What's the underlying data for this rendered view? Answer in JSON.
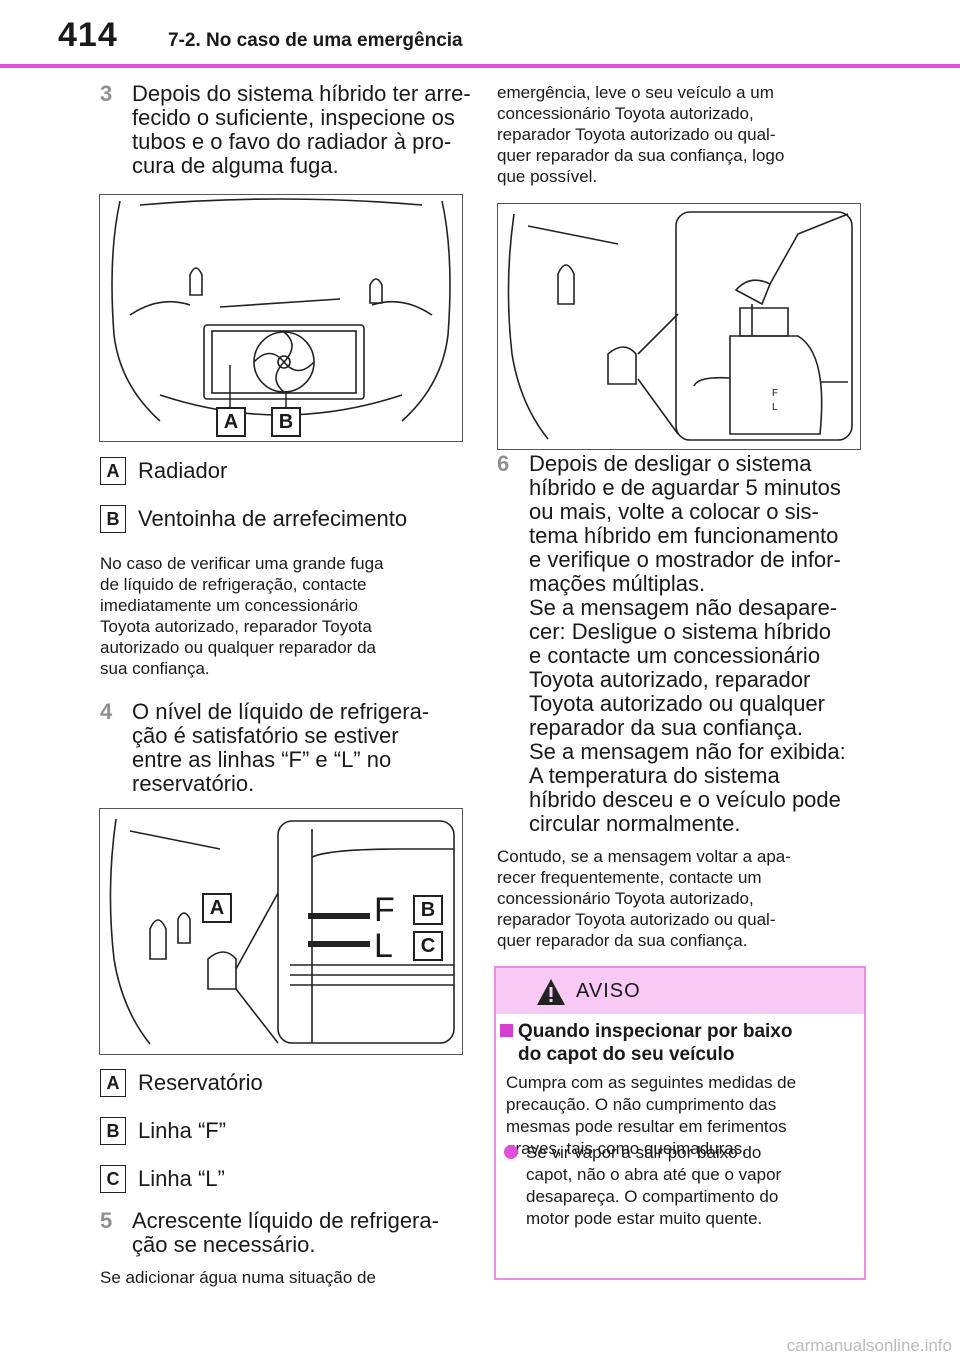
{
  "header": {
    "page_number": "414",
    "section": "7-2. No caso de uma emergência"
  },
  "left": {
    "step3": {
      "num": "3",
      "text": "Depois do sistema híbrido ter arre-\nfecido o suficiente, inspecione os\ntubos e o favo do radiador à pro-\ncura de alguma fuga."
    },
    "fig1": {
      "letters": [
        "A",
        "B"
      ],
      "legend": [
        {
          "key": "A",
          "label": "Radiador"
        },
        {
          "key": "B",
          "label": "Ventoinha de arrefecimento"
        }
      ]
    },
    "note1": "No caso de verificar uma grande fuga\nde líquido de refrigeração, contacte\nimediatamente um concessionário\nToyota autorizado, reparador Toyota\nautorizado ou qualquer reparador da\nsua confiança.",
    "step4": {
      "num": "4",
      "text": "O nível de líquido de refrigera-\nção é satisfatório se estiver\nentre as linhas “F” e “L” no\nreservatório."
    },
    "fig2": {
      "letters": [
        "A",
        "B",
        "C"
      ],
      "level_marks": [
        "F",
        "L"
      ],
      "legend": [
        {
          "key": "A",
          "label": "Reservatório"
        },
        {
          "key": "B",
          "label": "Linha “F”"
        },
        {
          "key": "C",
          "label": "Linha “L”"
        }
      ]
    },
    "step5": {
      "num": "5",
      "text": "Acrescente líquido de refrigera-\nção se necessário."
    },
    "note2": "Se adicionar água numa situação de"
  },
  "right": {
    "note_cont": "emergência, leve o seu veículo a um\nconcessionário Toyota autorizado,\nreparador Toyota autorizado ou qual-\nquer reparador da sua confiança, logo\nque possível.",
    "step6": {
      "num": "6",
      "text": "Depois de desligar o sistema\nhíbrido e de aguardar 5 minutos\nou mais, volte a colocar o sis-\ntema híbrido em funcionamento\ne verifique o mostrador de infor-\nmações múltiplas.\nSe a mensagem não desapare-\ncer: Desligue o sistema híbrido\ne contacte um concessionário\nToyota autorizado, reparador\nToyota autorizado ou qualquer\nreparador da sua confiança.\nSe a mensagem não for exibida:\nA temperatura do sistema\nhíbrido desceu e o veículo pode\ncircular normalmente."
    },
    "note3": "Contudo, se a mensagem voltar a apa-\nrecer frequentemente, contacte um\nconcessionário Toyota autorizado,\nreparador Toyota autorizado ou qual-\nquer reparador da sua confiança.",
    "warning": {
      "title": "AVISO",
      "subtitle": "Quando inspecionar por baixo\ndo capot do seu veículo",
      "text": "Cumpra com as seguintes medidas de\nprecaução. O não cumprimento das\nmesmas pode resultar em ferimentos\ngraves, tais como queimaduras.",
      "bullet": "Se vir vapor a sair por baixo do\ncapot, não o abra até que o vapor\ndesapareça. O compartimento do\nmotor pode estar muito quente."
    }
  },
  "footer": "carmanualsonline.info"
}
